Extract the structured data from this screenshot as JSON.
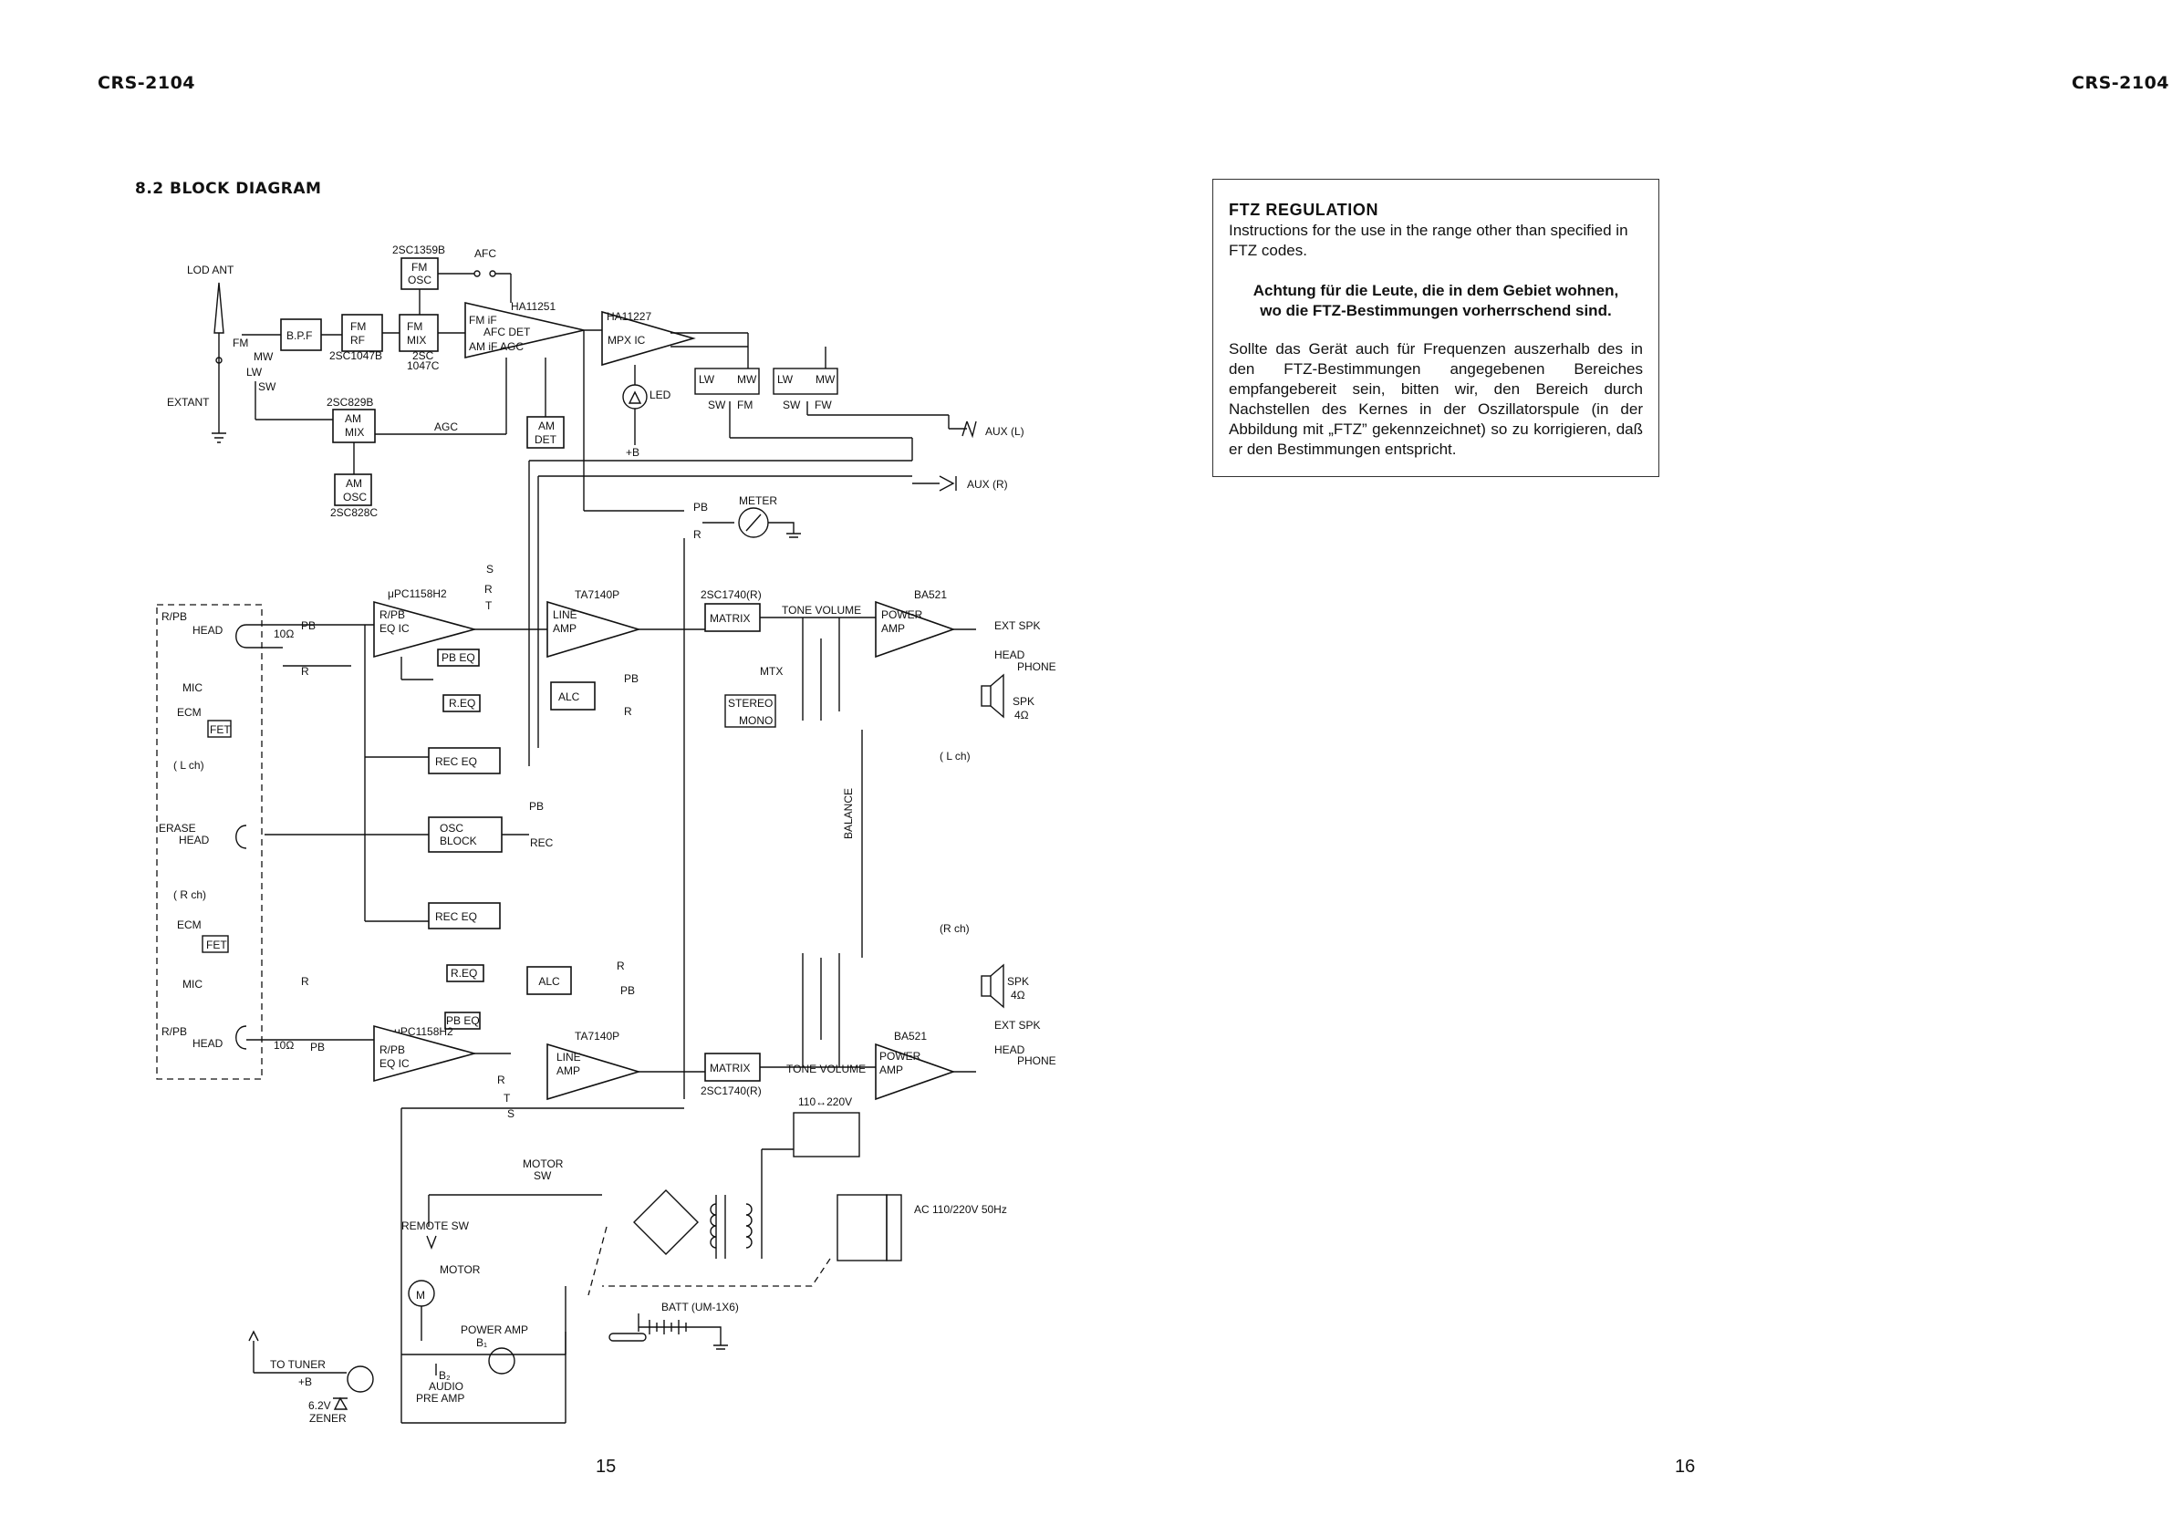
{
  "header": {
    "left_model": "CRS-2104",
    "right_model": "CRS-2104"
  },
  "section_title": "8.2 BLOCK DIAGRAM",
  "diagram": {
    "antenna_label": "LOD ANT",
    "extant_label": "EXTANT",
    "bpf": "B.P.F",
    "fm_rf": [
      "FM",
      "RF"
    ],
    "fm_rf_transistor": "2SC1047B",
    "fm_osc": [
      "FM",
      "OSC"
    ],
    "fm_osc_transistor": "2SC1359B",
    "afc": "AFC",
    "fm_mix": [
      "FM",
      "MIX"
    ],
    "fm_mix_transistor": [
      "2SC",
      "1047C"
    ],
    "if_ic": "HA11251",
    "if_lines": [
      "FM iF",
      "AFC DET",
      "AM iF AGC"
    ],
    "mpx_ic_part": "HA11227",
    "mpx_ic": "MPX IC",
    "am_mix": [
      "AM",
      "MIX"
    ],
    "am_mix_transistor": "2SC829B",
    "am_osc": [
      "AM",
      "OSC"
    ],
    "am_osc_transistor": "2SC828C",
    "agc": "AGC",
    "am_det": [
      "AM",
      "DET"
    ],
    "led": "LED",
    "plus_b": "+B",
    "band_switch": {
      "fm": "FM",
      "mw": "MW",
      "lw": "LW",
      "sw": "SW"
    },
    "sel_labels": [
      "LW",
      "MW",
      "SW",
      "FM",
      "LW",
      "MW",
      "SW",
      "FW"
    ],
    "aux_l": "AUX (L)",
    "aux_r": "AUX (R)",
    "meter": "METER",
    "pb": "PB",
    "r": "R",
    "s": "S",
    "t": "T",
    "rpb_head": [
      "R/PB",
      "HEAD"
    ],
    "mic": "MIC",
    "ecm": "ECM",
    "fet": "FET",
    "resistor_10": "10Ω",
    "l_ch": "( L ch)",
    "r_ch": "( R ch)",
    "erase_head": [
      "ERASE",
      "HEAD"
    ],
    "eq_ic_part": "μPC1158H2",
    "eq_ic": [
      "R/PB",
      "EQ IC"
    ],
    "pb_eq": "PB EQ",
    "r_eq": "R.EQ",
    "rec_eq": "REC EQ",
    "osc_block": [
      "OSC",
      "BLOCK"
    ],
    "rec": "REC",
    "line_amp_part": "TA7140P",
    "line_amp": [
      "LINE",
      "AMP"
    ],
    "alc": "ALC",
    "matrix_part": "2SC1740(R)",
    "matrix": "MATRIX",
    "mtx": "MTX",
    "stereo": "STEREO",
    "mono": "MONO",
    "tone_volume": "TONE VOLUME",
    "balance": "BALANCE",
    "power_amp_part": "BA521",
    "power_amp": [
      "POWER",
      "AMP"
    ],
    "ext_spk": "EXT SPK",
    "head_phone": [
      "HEAD",
      "PHONE"
    ],
    "spk": "SPK",
    "spk_ohm": "4Ω",
    "l_ch_right": "( L  ch)",
    "r_ch_right": "(R ch)",
    "voltage_sel": "110↔220V",
    "ac_in": "AC 110/220V 50Hz",
    "motor_sw": [
      "MOTOR",
      "SW"
    ],
    "remote_sw": "REMOTE SW",
    "motor": "MOTOR",
    "motor_symbol": "M",
    "power_amp_b1": [
      "POWER AMP",
      "B₁"
    ],
    "batt": "BATT (UM-1X6)",
    "to_tuner": [
      "TO  TUNER",
      "+B"
    ],
    "zener": [
      "6.2V",
      "ZENER"
    ],
    "b2": [
      "B₂",
      "AUDIO",
      "PRE AMP"
    ]
  },
  "ftz": {
    "title": "FTZ REGULATION",
    "intro": "Instructions for the use in the range other than specified in FTZ codes.",
    "warning_line1": "Achtung für die Leute, die in dem Gebiet wohnen,",
    "warning_line2": "wo die FTZ-Bestimmungen vorherrschend sind.",
    "body": "Sollte das Gerät auch für Frequenzen auszerhalb des in den FTZ-Bestimmungen angegebenen Bereiches empfangebereit sein, bitten wir, den Bereich durch Nachstellen des Kernes in der Oszillatorspule (in der Abbildung mit „FTZ” gekennzeichnet) so zu korrigieren, daß er den Bestimmungen entspricht."
  },
  "page_numbers": {
    "left": "15",
    "right": "16"
  }
}
